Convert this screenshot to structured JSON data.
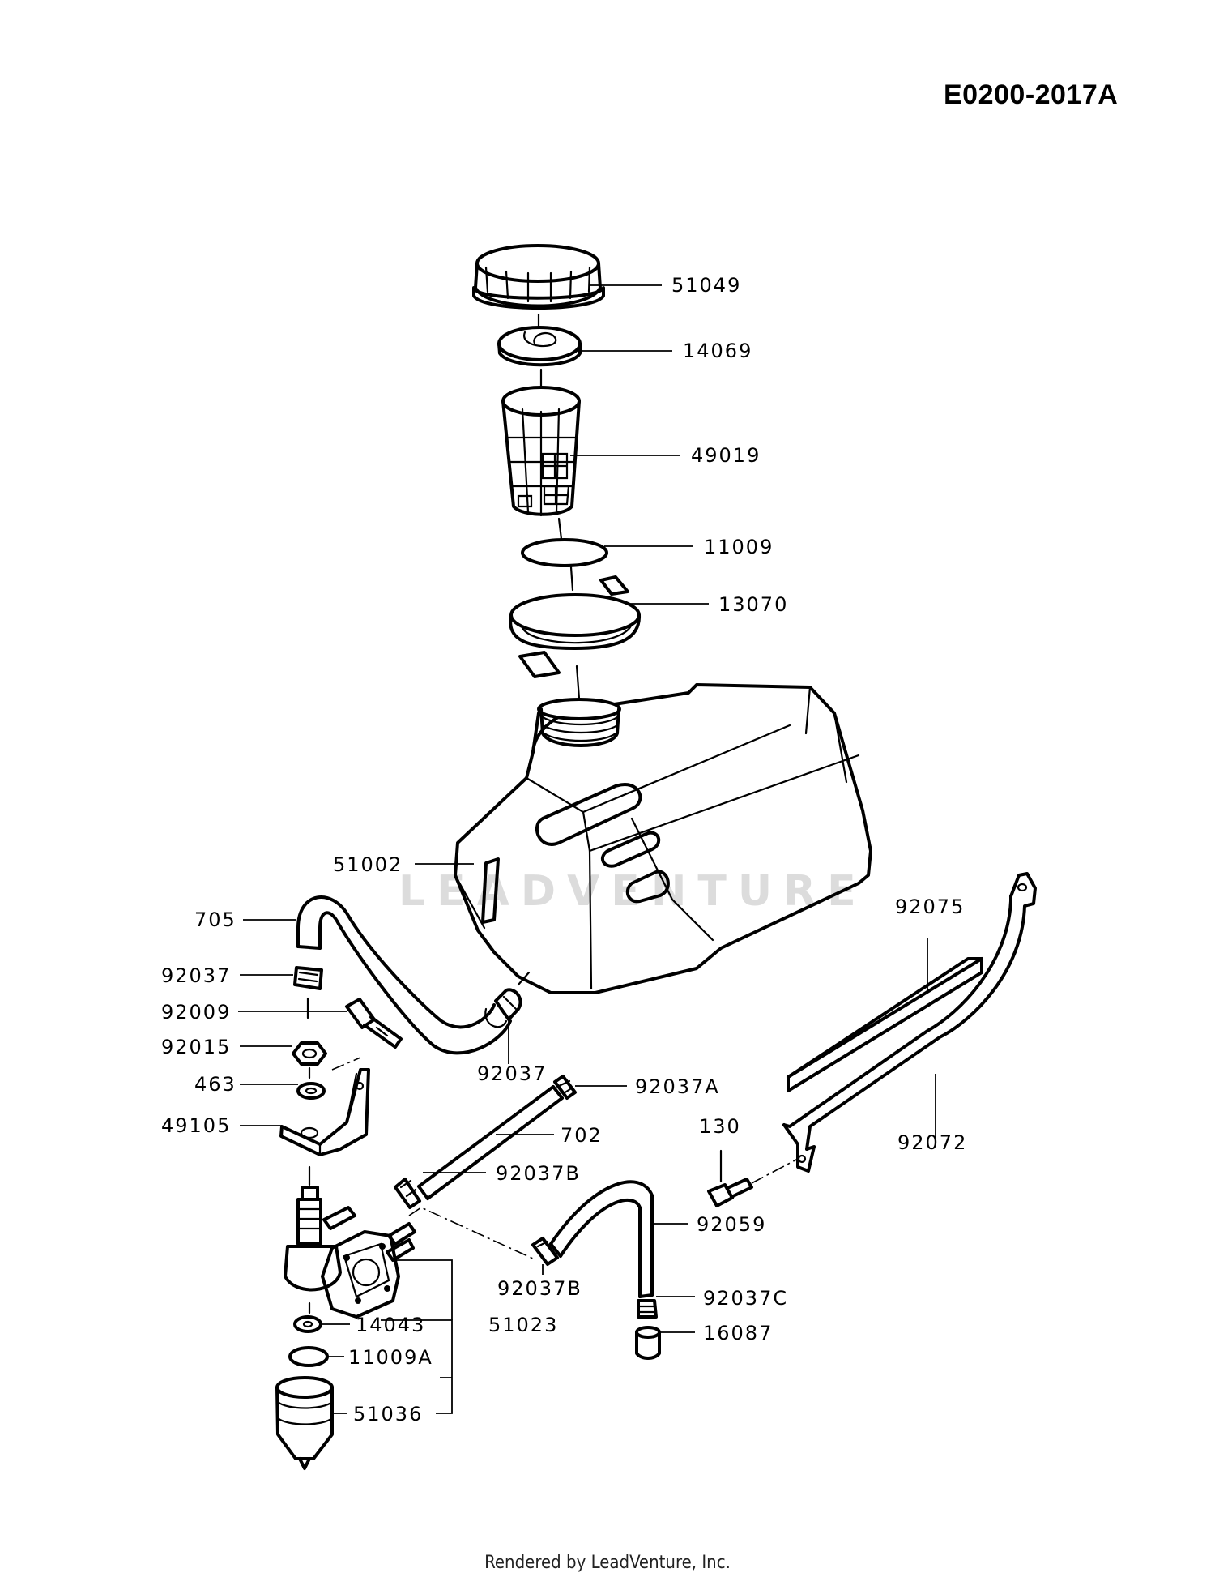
{
  "diagram_code": "E0200-2017A",
  "watermark": "LEADVENTURE",
  "footer": "Rendered by LeadVenture, Inc.",
  "labels": {
    "p51049": "51049",
    "p14069": "14069",
    "p49019": "49019",
    "p11009": "11009",
    "p13070": "13070",
    "p51002": "51002",
    "p705": "705",
    "p92037_a": "92037",
    "p92009": "92009",
    "p92015": "92015",
    "p463": "463",
    "p49105": "49105",
    "p92037_b": "92037",
    "p92037A": "92037A",
    "p702": "702",
    "p92037B_a": "92037B",
    "p92059": "92059",
    "p92037B_b": "92037B",
    "p14043": "14043",
    "p51023": "51023",
    "p92037C": "92037C",
    "p16087": "16087",
    "p11009A": "11009A",
    "p51036": "51036",
    "p92075": "92075",
    "p92072": "92072",
    "p130": "130"
  }
}
